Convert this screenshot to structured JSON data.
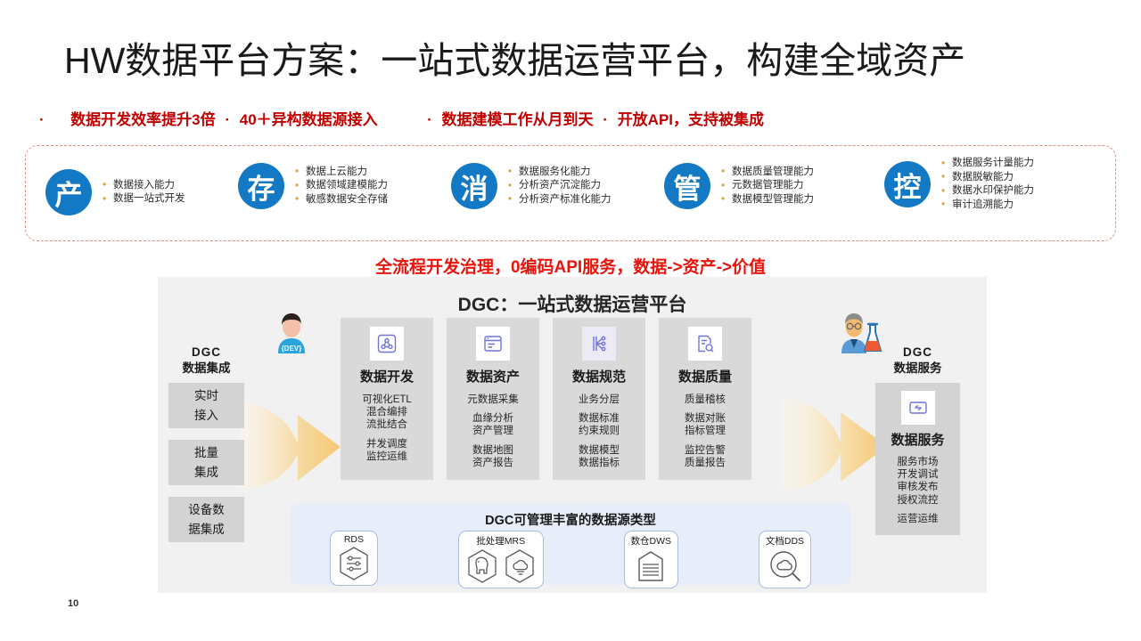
{
  "slide": {
    "page_number": "10",
    "title": "HW数据平台方案：一站式数据运营平台，构建全域资产",
    "highlight_line": {
      "bullet": "·",
      "item1": "数据开发效率提升3倍",
      "sep1": "·",
      "item2": "40＋异构数据源接入",
      "bullet2": "·",
      "item3": "数据建模工作从月到天",
      "sep2": "·",
      "item4": "开放API，支持被集成"
    },
    "red_subtitle": "全流程开发治理，0编码API服务，数据->资产->价值"
  },
  "capabilities": {
    "accent_color": "#1379c4",
    "border_color": "#e58b8b",
    "bullet_color": "#d9a23b",
    "groups": [
      {
        "glyph": "产",
        "items": [
          "数据接入能力",
          "数据一站式开发"
        ]
      },
      {
        "glyph": "存",
        "items": [
          "数据上云能力",
          "数据领域建模能力",
          "敏感数据安全存储"
        ]
      },
      {
        "glyph": "消",
        "items": [
          "数据服务化能力",
          "分析资产沉淀能力",
          "分析资产标准化能力"
        ]
      },
      {
        "glyph": "管",
        "items": [
          "数据质量管理能力",
          "元数据管理能力",
          "数据模型管理能力"
        ]
      },
      {
        "glyph": "控",
        "items": [
          "数据服务计量能力",
          "数据脱敏能力",
          "数据水印保护能力",
          "审计追溯能力"
        ]
      }
    ]
  },
  "platform": {
    "title": "DGC：一站式数据运营平台",
    "panel_bg": "#f1f1f1",
    "left_column": {
      "header_en": "DGC",
      "header_cn": "数据集成",
      "boxes": [
        {
          "line1": "实时",
          "line2": "接入"
        },
        {
          "line1": "批量",
          "line2": "集成"
        },
        {
          "line1": "设备数",
          "line2": "据集成"
        }
      ]
    },
    "cards": [
      {
        "icon": "share-nodes-icon",
        "title": "数据开发",
        "group1": [
          "可视化ETL",
          "混合编排",
          "流批结合"
        ],
        "group2": [
          "并发调度",
          "监控运维"
        ]
      },
      {
        "icon": "document-lines-icon",
        "title": "数据资产",
        "group1": [
          "元数据采集"
        ],
        "group2": [
          "血缘分析",
          "资产管理"
        ],
        "group3": [
          "数据地图",
          "资产报告"
        ]
      },
      {
        "icon": "flow-branch-icon",
        "title": "数据规范",
        "group1": [
          "业务分层"
        ],
        "group2": [
          "数据标准",
          "约束规则"
        ],
        "group3": [
          "数据模型",
          "数据指标"
        ]
      },
      {
        "icon": "document-search-icon",
        "title": "数据质量",
        "group1": [
          "质量稽核"
        ],
        "group2": [
          "数据对账",
          "指标管理"
        ],
        "group3": [
          "监控告警",
          "质量报告"
        ]
      }
    ],
    "right_column": {
      "header_en": "DGC",
      "header_cn": "数据服务",
      "service_card": {
        "icon": "api-link-icon",
        "title": "数据服务",
        "lines": [
          "服务市场",
          "开发调试",
          "审核发布",
          "授权流控",
          "运营运维"
        ]
      }
    },
    "data_sources": {
      "title": "DGC可管理丰富的数据源类型",
      "band_color": "#e8eef9",
      "items": [
        {
          "label": "RDS",
          "glyphs": [
            "hexagon-flow-icon"
          ]
        },
        {
          "label": "批处理MRS",
          "glyphs": [
            "hexagon-elephant-icon",
            "hexagon-cloud-icon"
          ]
        },
        {
          "label": "数仓DWS",
          "glyphs": [
            "hexagon-warehouse-icon"
          ]
        },
        {
          "label": "文档DDS",
          "glyphs": [
            "cloud-search-icon"
          ]
        }
      ]
    },
    "avatars": [
      {
        "name": "developer-avatar",
        "shirt_text": "{DEV}"
      },
      {
        "name": "data-scientist-avatar",
        "shirt_text": ""
      }
    ]
  }
}
